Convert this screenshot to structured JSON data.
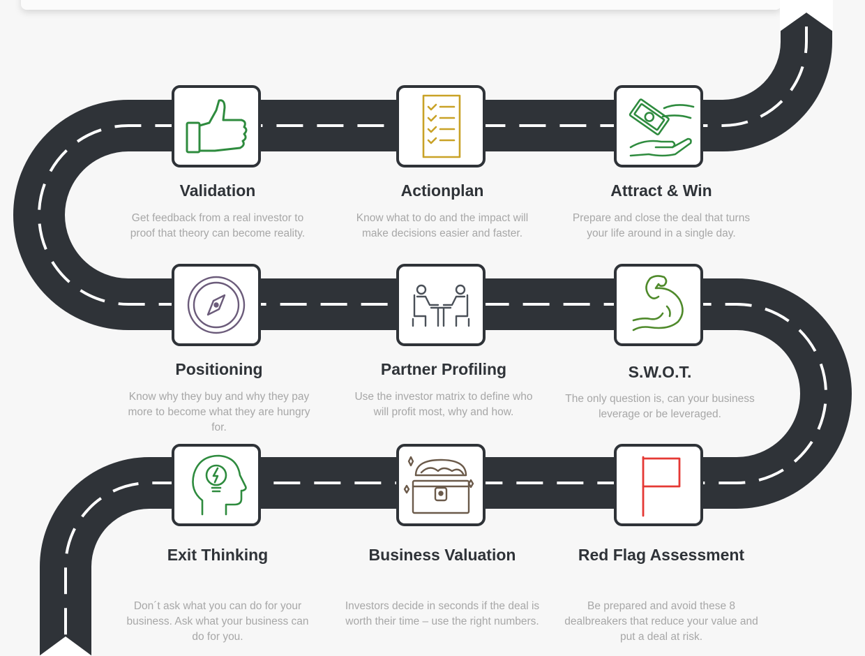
{
  "steps": [
    {
      "title": "Validation",
      "desc": "Get feedback from a real investor to proof that theory can become reality.",
      "icon": "thumbs-up-icon"
    },
    {
      "title": "Actionplan",
      "desc": "Know what to do and the impact will make decisions easier and faster.",
      "icon": "checklist-icon"
    },
    {
      "title": "Attract & Win",
      "desc": "Prepare and close the deal that turns your life around in a single day.",
      "icon": "money-hand-icon"
    },
    {
      "title": "Positioning",
      "desc": "Know why they buy and why they pay more to become what they are hungry for.",
      "icon": "compass-icon"
    },
    {
      "title": "Partner Profiling",
      "desc": "Use the investor matrix to define who will profit most, why and how.",
      "icon": "meeting-icon"
    },
    {
      "title": "S.W.O.T.",
      "desc": "The only question is, can your business leverage or be leveraged.",
      "icon": "flexed-arm-icon"
    },
    {
      "title": "Exit Thinking",
      "desc": "Don´t ask what you can do for your business. Ask what your business can do for you.",
      "icon": "head-lightbulb-icon"
    },
    {
      "title": "Business Valuation",
      "desc": "Investors decide in seconds if the deal is worth their time – use the right numbers.",
      "icon": "treasure-chest-icon"
    },
    {
      "title": "Red Flag Assessment",
      "desc": "Be prepared and avoid these 8 dealbreakers that reduce your value and put a deal at risk.",
      "icon": "red-flag-icon"
    }
  ],
  "colors": {
    "road": "#2f3338",
    "road_marking": "#ffffff",
    "title": "#2f3338",
    "description": "#a7a7a7",
    "icon_green": "#2e8b3e",
    "icon_gold": "#c9a227",
    "icon_purple": "#6b5b7a",
    "icon_red": "#e53935",
    "icon_olive": "#4f8a2b",
    "icon_brown": "#6b5a4a"
  }
}
